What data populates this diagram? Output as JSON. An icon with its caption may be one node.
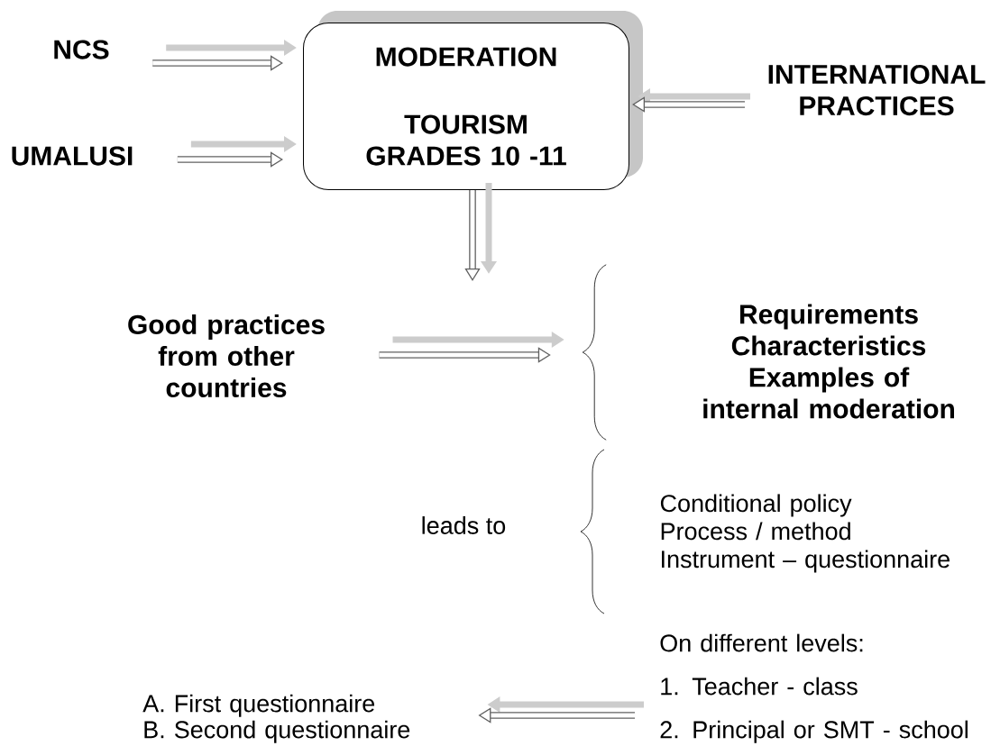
{
  "diagram": {
    "nodes": [
      {
        "text": [
          "MODERATION",
          "TOURISM GRADES 10 -11"
        ]
      },
      {
        "text": [
          "NCS"
        ]
      },
      {
        "text": [
          "UMALUSI"
        ]
      },
      {
        "text": [
          "INTERNATIONAL PRACTICES"
        ]
      },
      {
        "text": [
          "Good practices from other countries"
        ]
      },
      {
        "text": [
          "Requirements",
          "Characteristics",
          "Examples of internal moderation"
        ]
      },
      {
        "text": [
          "Conditional policy",
          "Process / method",
          "Instrument – questionnaire"
        ]
      },
      {
        "text": [
          "On different levels:",
          "1. Teacher - class",
          "2. Principal or SMT - school"
        ]
      },
      {
        "text": [
          "A. First questionnaire",
          "B. Second questionnaire"
        ]
      },
      {
        "text": [],
        "shape": "brace"
      }
    ],
    "edges": [
      {
        "from": 1,
        "to": 0,
        "arrow": "to"
      },
      {
        "from": 2,
        "to": 0,
        "arrow": "to"
      },
      {
        "from": 3,
        "to": 0,
        "arrow": "to"
      },
      {
        "from": 0,
        "to": null,
        "arrow": "to"
      },
      {
        "from": 4,
        "to": 9,
        "arrow": "to"
      },
      {
        "from": 7,
        "to": 8,
        "arrow": "to"
      }
    ],
    "labels": [
      "leads to"
    ]
  }
}
